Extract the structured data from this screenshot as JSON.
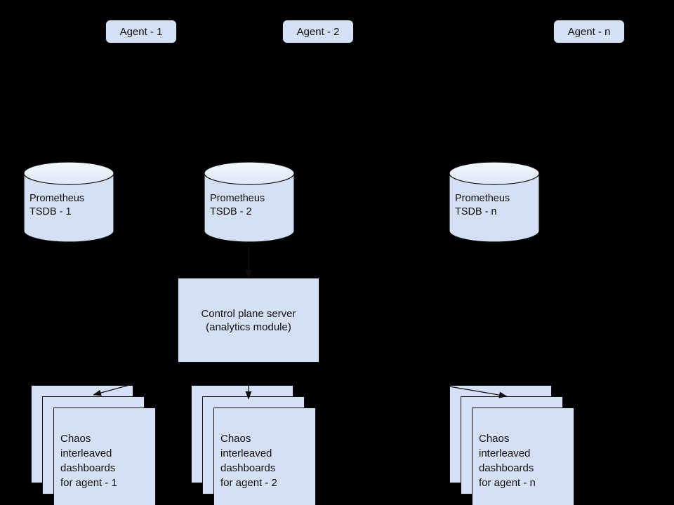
{
  "diagram": {
    "background_color": "#000000",
    "node_fill_color": "#d4e1f4",
    "node_stroke_color": "#0f0f0f",
    "text_color": "#101010",
    "agents": [
      {
        "label": "Agent - 1"
      },
      {
        "label": "Agent - 2"
      },
      {
        "label": "Agent - n"
      }
    ],
    "databases": [
      {
        "label": "Prometheus\nTSDB - 1"
      },
      {
        "label": "Prometheus\nTSDB - 2"
      },
      {
        "label": "Prometheus\nTSDB - n"
      }
    ],
    "control_plane": {
      "label": "Control plane server\n(analytics module)"
    },
    "dashboard_stacks": [
      {
        "label": "Chaos\ninterleaved\ndashboards\nfor agent - 1",
        "card_count": 3
      },
      {
        "label": "Chaos\ninterleaved\ndashboards\nfor agent - 2",
        "card_count": 3
      },
      {
        "label": "Chaos\ninterleaved\ndashboards\nfor agent - n",
        "card_count": 3
      }
    ]
  }
}
